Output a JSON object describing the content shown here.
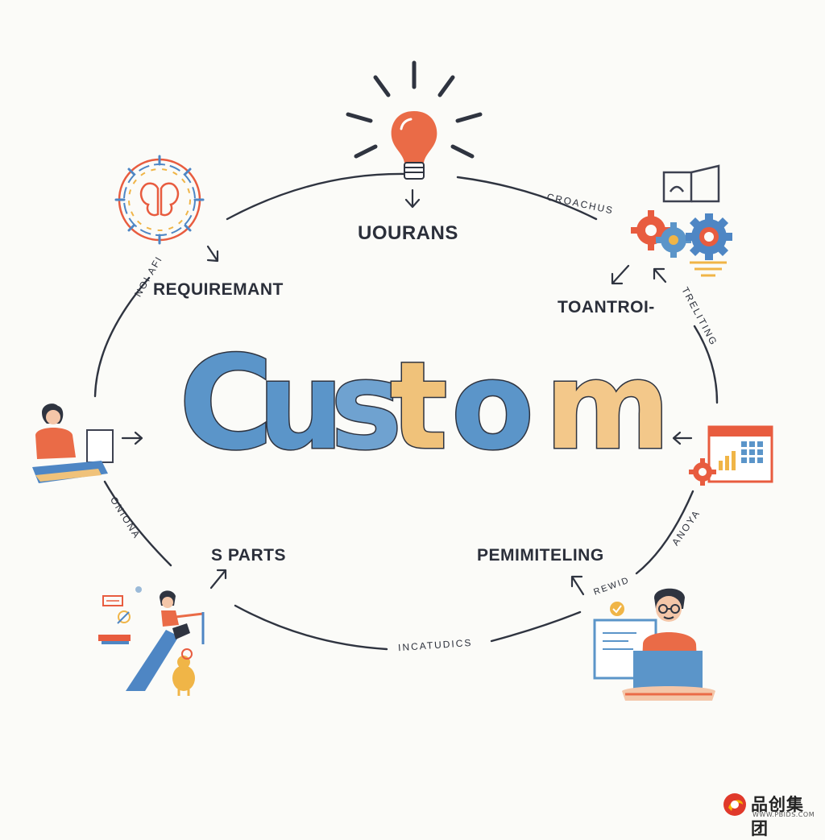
{
  "center_word": "Custom",
  "center_letters": [
    {
      "ch": "C",
      "color": "#5b95c9"
    },
    {
      "ch": "u",
      "color": "#5b95c9"
    },
    {
      "ch": "s",
      "color": "#6fa2d0"
    },
    {
      "ch": "t",
      "color": "#f0c27a"
    },
    {
      "ch": "o",
      "color": "#5b95c9"
    },
    {
      "ch": "m",
      "color": "#f3c88a"
    }
  ],
  "labels": {
    "top": "UOURANS",
    "top_left": "REQUIREMANT",
    "top_right": "TOANTROI-",
    "bottom_left": "S PARTS",
    "bottom_right": "PEMIMITELING"
  },
  "small_labels": {
    "top_right_arc": "CROACHUS",
    "top_left_arc": "NOI AFI",
    "right_arc": "TRELITING",
    "left_arc": "ONIONA",
    "bottom_right_arc": "ANOYA",
    "bottom_arc": "INCATUDICS",
    "bottom_right_small": "REWID"
  },
  "watermark": {
    "main": "品创集团",
    "sub": "WWW.PBIDS.COM"
  },
  "icons": [
    "lightbulb-icon",
    "brain-gear-icon",
    "gears-icon",
    "person-laptop-icon",
    "calendar-chart-icon",
    "person-slide-icon",
    "developer-laptop-icon"
  ]
}
